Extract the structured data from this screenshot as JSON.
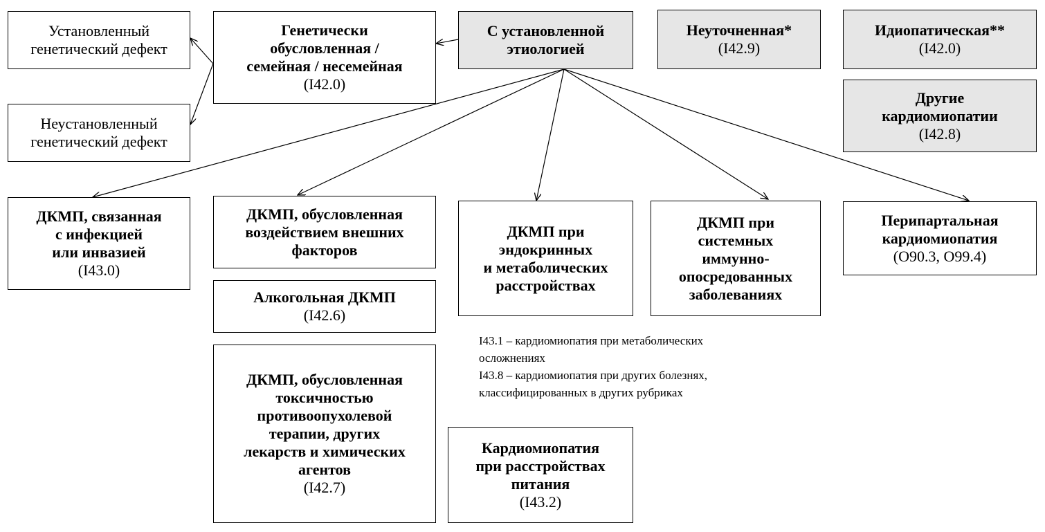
{
  "boxes": {
    "established_defect": {
      "label": "Установленный\nгенетический дефект"
    },
    "unestablished_defect": {
      "label": "Неустановленный\nгенетический дефект"
    },
    "genetic": {
      "title": "Генетически\nобусловленная /\nсемейная / несемейная",
      "code": "(I42.0)"
    },
    "established_etiology": {
      "title": "С установленной\nэтиологией"
    },
    "unspecified": {
      "title": "Неуточненная*",
      "code": "(I42.9)"
    },
    "idiopathic": {
      "title": "Идиопатическая**",
      "code": "(I42.0)"
    },
    "other_cm": {
      "title": "Другие\nкардиомиопатии",
      "code": "(I42.8)"
    },
    "infection": {
      "title": "ДКМП, связанная\nс инфекцией\nили инвазией",
      "code": "(I43.0)"
    },
    "external": {
      "title": "ДКМП, обусловленная\nвоздействием внешних\nфакторов"
    },
    "alcoholic": {
      "title": "Алкогольная ДКМП",
      "code": "(I42.6)"
    },
    "toxic": {
      "title": "ДКМП, обусловленная\nтоксичностью\nпротивоопухолевой\nтерапии, других\nлекарств и химических\nагентов",
      "code": "(I42.7)"
    },
    "endocrine": {
      "title": "ДКМП при\nэндокринных\nи метаболических\nрасстройствах"
    },
    "immune": {
      "title": "ДКМП при\nсистемных\nиммунно-\nопосредованных\nзаболеваниях"
    },
    "peripartum": {
      "title": "Перипартальная\nкардиомиопатия",
      "code": "(O90.3, O99.4)"
    },
    "nutrition": {
      "title": "Кардиомиопатия\nпри расстройствах\nпитания",
      "code": "(I43.2)"
    }
  },
  "note": {
    "line1": "I43.1 – кардиомиопатия при метаболических\nосложнениях",
    "line2": "I43.8 – кардиомиопатия при других болезнях,\nклассифицированных в других рубриках"
  },
  "colors": {
    "box_fill_gray": "#e6e6e6",
    "border": "#000000"
  }
}
